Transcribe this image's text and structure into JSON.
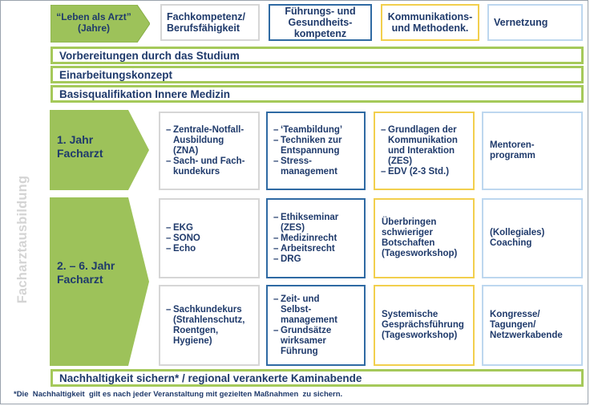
{
  "header": {
    "life": "“Leben als Arzt”\n(Jahre)",
    "col1": "Fachkompetenz/\nBerufsfähigkeit",
    "col2": "Führungs- und\nGesundheits-\nkompetenz",
    "col3": "Kommunikations-\nund Methodenk.",
    "col4": "Vernetzung"
  },
  "bars": {
    "bar1": "Vorbereitungen durch das Studium",
    "bar2": "Einarbeitungskonzept",
    "bar3": "Basisqualifikation Innere Medizin",
    "bar_bottom": "Nachhaltigkeit sichern* / regional verankerte Kaminabende"
  },
  "side_label": "Facharztausbildung",
  "year1": {
    "label": "1. Jahr\nFacharzt",
    "col1": [
      "Zentrale-Notfall-\nAusbildung\n(ZNA)",
      "Sach- und Fach-\nkundekurs"
    ],
    "col2": [
      "‘Teambildung’",
      "Techniken zur\nEntspannung",
      "Stress-\nmanagement"
    ],
    "col3": [
      "Grundlagen der\nKommunikation\nund Interaktion\n(ZES)",
      "EDV (2-3 Std.)"
    ],
    "col4": "Mentoren-\nprogramm"
  },
  "years2to6": {
    "label": "2. – 6. Jahr\nFacharzt",
    "r1_col1": [
      "EKG",
      "SONO",
      "Echo"
    ],
    "r1_col2": [
      "Ethikseminar\n(ZES)",
      "Medizinrecht",
      "Arbeitsrecht",
      "DRG"
    ],
    "r1_col3": "Überbringen\nschwieriger\nBotschaften\n(Tagesworkshop)",
    "r1_col4": "(Kollegiales)\nCoaching",
    "r2_col1": [
      "Sachkundekurs\n(Strahlenschutz,\nRoentgen,\nHygiene)"
    ],
    "r2_col2": [
      "Zeit- und\nSelbst-\nmanagement",
      "Grundsätze\nwirksamer\nFührung"
    ],
    "r2_col3": "Systemische\nGesprächsführung\n(Tagesworkshop)",
    "r2_col4": "Kongresse/\nTagungen/\nNetzwerkabende"
  },
  "footnote": "*Die  Nachhaltigkeit  gilt es nach jeder Veranstaltung mit gezielten Maßnahmen  zu sichern.",
  "colors": {
    "text": "#1f3a6b",
    "green_fill": "#9dc25a",
    "green_border": "#a5c95a",
    "gray_border": "#d6d6d6",
    "blue_border": "#2f6aa3",
    "yellow_border": "#f2cf4d",
    "lightblue_border": "#bdd7ef"
  }
}
